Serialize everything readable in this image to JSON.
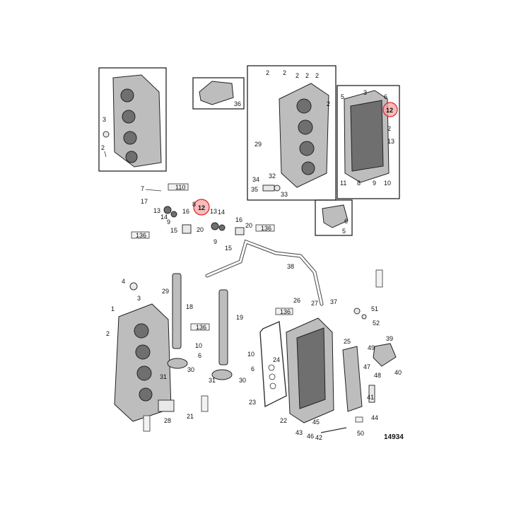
{
  "figure_number": "14934",
  "highlighted_callout": "12",
  "colors": {
    "highlight": "#f4a6a6",
    "highlight_stroke": "#dd2222"
  },
  "lubricant_tags": {
    "t110": "110",
    "t136": "136"
  },
  "callouts": {
    "c1": "1",
    "c2a": "2",
    "c2b": "2",
    "c2c": "2",
    "c2d": "2",
    "c2e": "2",
    "c2f": "2",
    "c2g": "2",
    "c3": "3",
    "c4": "4",
    "c5a": "5",
    "c5b": "5",
    "c6": "6",
    "c7": "7",
    "c8a": "8",
    "c8b": "8",
    "c9a": "9",
    "c9b": "9",
    "c10a": "10",
    "c10b": "10",
    "c11": "11",
    "c12a": "12",
    "c12b": "12",
    "c13a": "13",
    "c13b": "13",
    "c13c": "13",
    "c14a": "14",
    "c14b": "14",
    "c15a": "15",
    "c15b": "15",
    "c16": "16",
    "c17": "17",
    "c18": "18",
    "c19": "19",
    "c20a": "20",
    "c20b": "20",
    "c21": "21",
    "c22": "22",
    "c23": "23",
    "c24": "24",
    "c25": "25",
    "c26": "26",
    "c27": "27",
    "c28": "28",
    "c29a": "29",
    "c29b": "29",
    "c30a": "30",
    "c30b": "30",
    "c31a": "31",
    "c31b": "31",
    "c32": "32",
    "c33": "33",
    "c34": "34",
    "c35": "35",
    "c36": "36",
    "c37": "37",
    "c38": "38",
    "c39": "39",
    "c40": "40",
    "c41": "41",
    "c42": "42",
    "c43": "43",
    "c44": "44",
    "c45": "45",
    "c46": "46",
    "c47": "47",
    "c48": "48",
    "c49": "49",
    "c50": "50",
    "c51": "51",
    "c52": "52",
    "c10c": "10",
    "c6b": "6"
  }
}
